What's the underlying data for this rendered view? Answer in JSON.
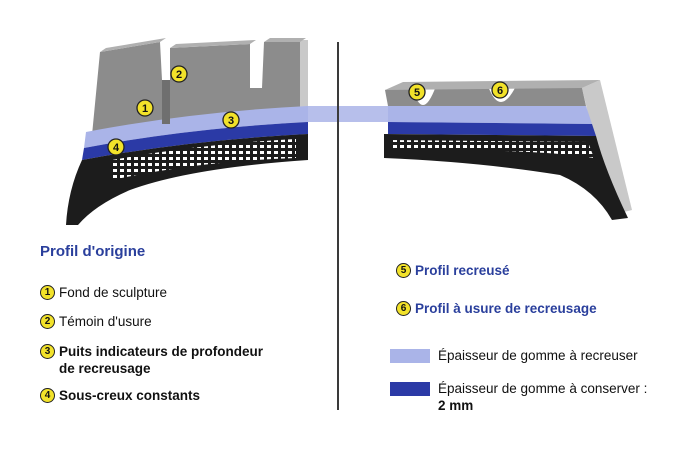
{
  "left_heading": "Profil d'origine",
  "left_items": [
    {
      "num": "1",
      "text": "Fond de sculpture",
      "bold": false
    },
    {
      "num": "2",
      "text": "Témoin d'usure",
      "bold": false
    },
    {
      "num": "3",
      "text": "Puits indicateurs de profondeur\nde recreusage",
      "bold": true
    },
    {
      "num": "4",
      "text": "Sous-creux constants",
      "bold": true
    }
  ],
  "right_items": [
    {
      "num": "5",
      "text": "Profil recreusé"
    },
    {
      "num": "6",
      "text": "Profil à usure de recreusage"
    }
  ],
  "legend": [
    {
      "text": "Épaisseur de gomme à recreuser",
      "color": "#aab4e8"
    },
    {
      "text": "Épaisseur de gomme à conserver :",
      "text2": "2 mm",
      "color": "#2b3aa6"
    }
  ],
  "colors": {
    "heading": "#2a3f9c",
    "badge": "#f2e22a",
    "tread_dark": "#1c1c1c",
    "tread_grey": "#8c8c8c",
    "tread_light": "#c9c9c9",
    "band_light": "#aab4e8",
    "band_dark": "#2b3aa6"
  }
}
